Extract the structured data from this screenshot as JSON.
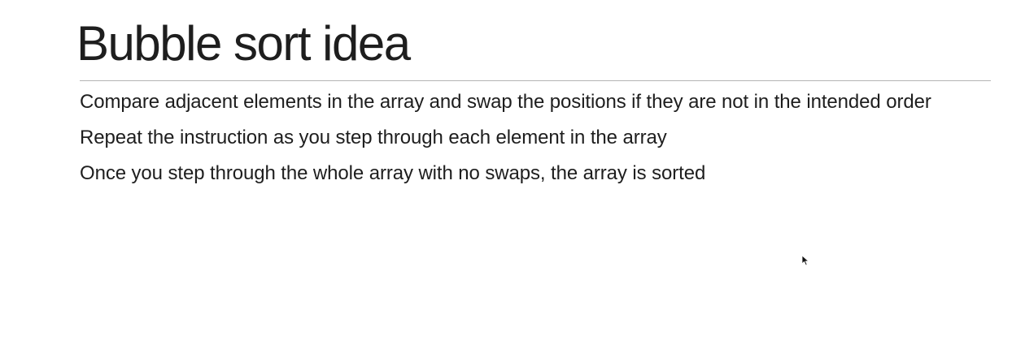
{
  "slide": {
    "title": "Bubble sort idea",
    "bullets": [
      "Compare adjacent elements in the array and swap the positions if they are not in the intended order",
      "Repeat the instruction as you step through each element in the array",
      "Once you step through the whole array with no swaps, the array is sorted"
    ]
  },
  "cursor_icon": "mouse-pointer-icon"
}
